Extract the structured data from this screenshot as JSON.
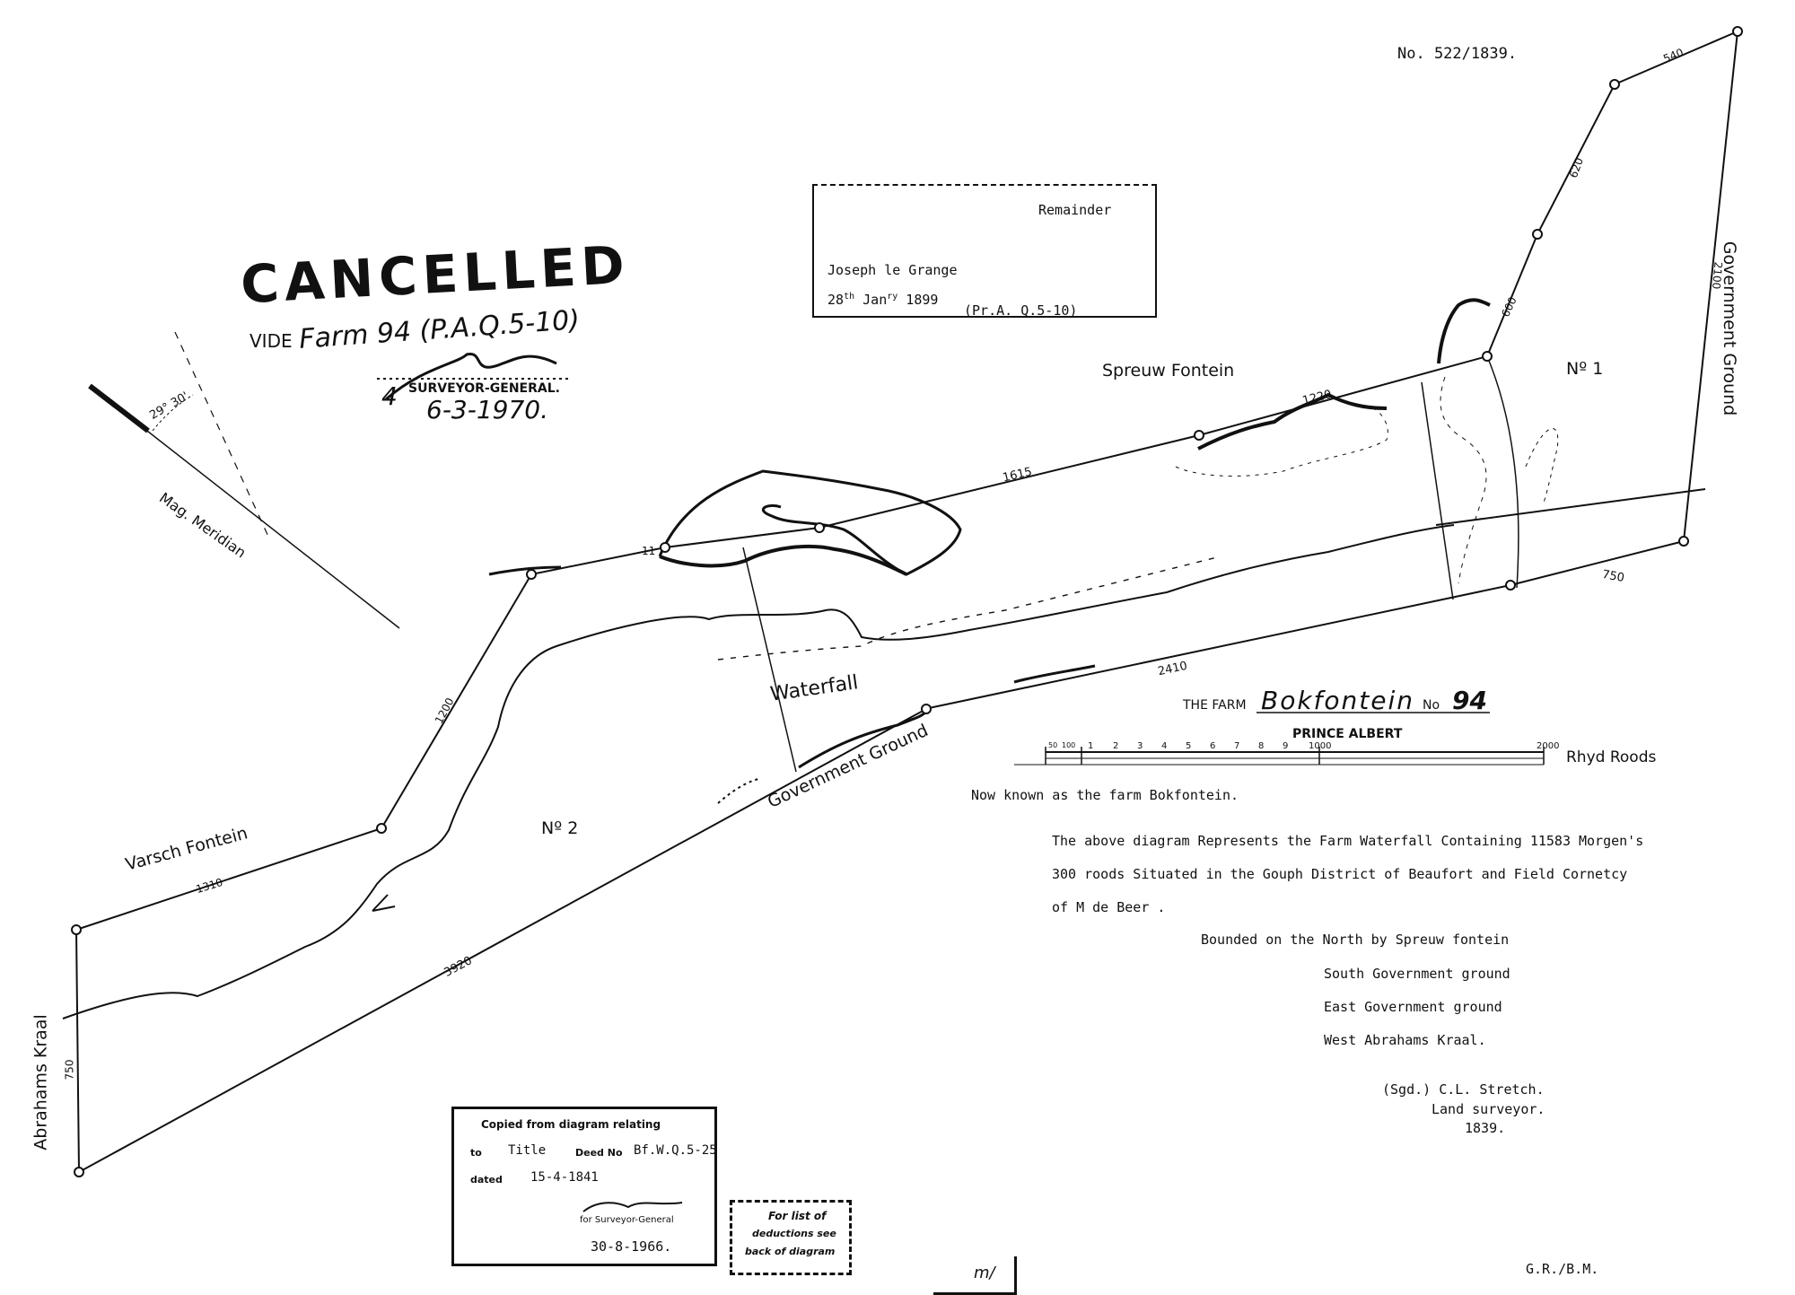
{
  "diagram_number": "No. 522/1839.",
  "cancel_stamp": {
    "word": "CANCELLED",
    "vide_label": "VIDE",
    "vide_ref": "Farm 94 (P.A.Q.5-10)",
    "signature_text": "SURVEYOR-GENERAL.",
    "signature_prefix": "4",
    "date": "6-3-1970."
  },
  "meridian_label": "Mag. Meridian",
  "meridian_angle": "29° 30'",
  "remainder_box": {
    "line1": "Remainder",
    "line2": "Joseph le Grange",
    "date_prefix": "28",
    "date_sup": "th",
    "date_mid": " Jan",
    "date_sup2": "ry",
    "date_year": " 1899",
    "ref": "(Pr.A. Q.5-10)"
  },
  "place_labels": {
    "spreuw_fontein": "Spreuw Fontein",
    "no1": "Nº 1",
    "no2": "Nº 2",
    "waterfall": "Waterfall",
    "varsch_fontein": "Varsch Fontein",
    "abrahams_kraal": "Abrahams Kraal",
    "government_ground_east": "Government Ground",
    "government_ground_south": "Government Ground"
  },
  "side_lengths": {
    "s540": "540",
    "s620": "620",
    "s600": "600",
    "s2100": "2100",
    "s750_right": "750",
    "s1220": "1220",
    "s1615": "1615",
    "s11": "11",
    "s1200": "1200",
    "s1310": "1310",
    "s750_left": "750",
    "s3920": "3920",
    "s2410": "2410"
  },
  "title_block": {
    "prefix": "THE FARM",
    "farm_name": "Bokfontein",
    "no_label": "No",
    "farm_no": "94",
    "district": "PRINCE ALBERT",
    "scale_units": "Rhyd Roods",
    "scale_ticks": [
      "50",
      "100",
      "1",
      "2",
      "3",
      "4",
      "5",
      "6",
      "7",
      "8",
      "9",
      "1000"
    ],
    "scale_end": "2000"
  },
  "now_known": "Now known as the farm Bokfontein.",
  "description": {
    "line1": "The above diagram Represents the Farm Waterfall Containing 11583 Morgen's",
    "line2": "300 roods   Situated in the Gouph District of Beaufort and Field Cornetcy",
    "line3": "of M de Beer ."
  },
  "bounds": {
    "north": "Bounded on the North by Spreuw fontein",
    "south": "South Government ground",
    "east": "East Government ground",
    "west": "West Abrahams Kraal."
  },
  "signature": {
    "line1": "(Sgd.) C.L. Stretch.",
    "line2": "Land surveyor.",
    "line3": "1839."
  },
  "copied_stamp": {
    "line1": "Copied from diagram relating",
    "to_label": "to",
    "title": "Title",
    "deed_label": "Deed No",
    "deed_no": "Bf.W.Q.5-25",
    "dated_label": "dated",
    "dated": "15-4-1841",
    "for_sg": "for Surveyor-General",
    "stamp_date": "30-8-1966."
  },
  "deductions_stamp": {
    "line1": "For list of",
    "line2": "deductions see",
    "line3": "back of diagram"
  },
  "bottom_mark": "m/",
  "initials": "G.R./B.M."
}
